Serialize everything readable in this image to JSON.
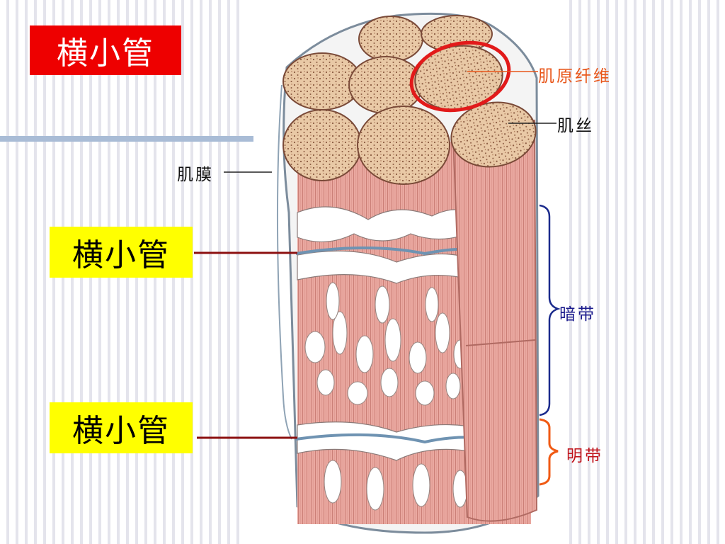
{
  "slide": {
    "title": "横小管",
    "tags": [
      "横小管",
      "横小管"
    ]
  },
  "diagram": {
    "labels": {
      "myofibril": "肌原纤维",
      "myofilament": "肌丝",
      "sarcolemma": "肌膜",
      "a_band": "暗带",
      "i_band": "明带"
    }
  },
  "colors": {
    "title_bg": "#ee0000",
    "tag_bg": "#ffff00",
    "fiber_pink": "#e8a49c",
    "fiber_face": "#e8c8a4",
    "reticulum_white": "#ffffff",
    "highlight_ring": "#e21a1a",
    "a_band_brace": "#1a2a8c",
    "i_band_brace": "#f05a14",
    "pointer_dark_red": "#8c1010"
  }
}
